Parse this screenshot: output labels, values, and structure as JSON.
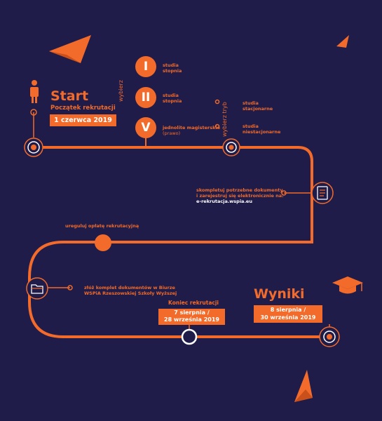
{
  "start": {
    "title": "Start",
    "subtitle": "Początek rekrutacji",
    "date": "1 czerwca 2019"
  },
  "choose_label": "wybierz",
  "levels": [
    {
      "numeral": "I",
      "desc_line1": "studia",
      "desc_line2": "stopnia"
    },
    {
      "numeral": "II",
      "desc_line1": "studia",
      "desc_line2": "stopnia"
    },
    {
      "numeral": "V",
      "desc_line1": "jednolite magisterskie",
      "desc_line2": "(prawo)"
    }
  ],
  "mode_label": "wybierz tryb",
  "modes": [
    {
      "line1": "studia",
      "line2": "stacjonarne"
    },
    {
      "line1": "studia",
      "line2": "niestacjonarne"
    }
  ],
  "step_docs": {
    "line1": "skompletuj potrzebne dokumenty",
    "line2": "i zarejestruj się elektronicznie na:",
    "url": "e-rekrutacja.wspia.eu"
  },
  "step_fee": "ureguluj opłatę rekrutacyjną",
  "step_submit": {
    "line1": "złóż komplet dokumentów w Biurze",
    "line2": "WSPiA Rzeszowskiej Szkoły Wyższej"
  },
  "end": {
    "title": "Koniec rekrutacji",
    "date_line1": "7 sierpnia /",
    "date_line2": "28 września 2019"
  },
  "results": {
    "title": "Wyniki",
    "date_line1": "8 sierpnia /",
    "date_line2": "30 września 2019"
  },
  "colors": {
    "background": "#1f1c4a",
    "accent": "#f26b2a"
  }
}
